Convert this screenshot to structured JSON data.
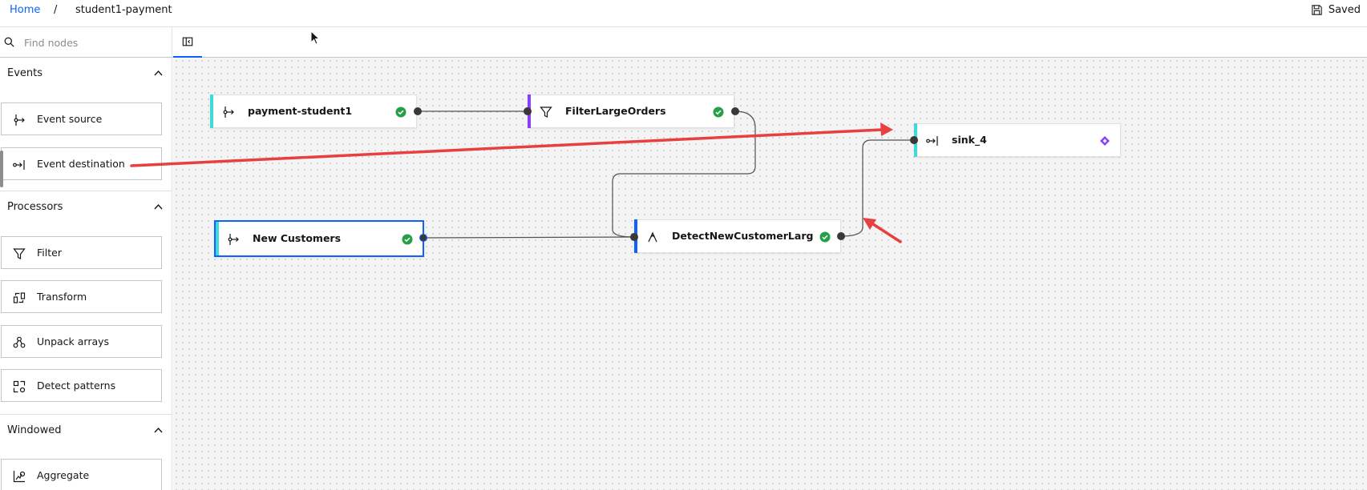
{
  "breadcrumb": {
    "home": "Home",
    "separator": "/",
    "current": "student1-payment"
  },
  "save_status": "Saved",
  "search": {
    "placeholder": "Find nodes",
    "value": ""
  },
  "sidebar": {
    "sections": [
      {
        "title": "Events",
        "items": [
          "Event source",
          "Event destination"
        ]
      },
      {
        "title": "Processors",
        "items": [
          "Filter",
          "Transform",
          "Unpack arrays",
          "Detect patterns"
        ]
      },
      {
        "title": "Windowed",
        "items": [
          "Aggregate"
        ]
      }
    ]
  },
  "canvas": {
    "nodes": [
      {
        "id": "payment-student1",
        "label": "payment-student1",
        "type": "event-source",
        "status": "valid"
      },
      {
        "id": "FilterLargeOrders",
        "label": "FilterLargeOrders",
        "type": "filter",
        "status": "valid"
      },
      {
        "id": "sink_4",
        "label": "sink_4",
        "type": "event-destination",
        "status": "unconfigured"
      },
      {
        "id": "New Customers",
        "label": "New Customers",
        "type": "event-source",
        "status": "valid",
        "selected": true
      },
      {
        "id": "DetectNewCustomerLargeOrders",
        "label": "DetectNewCustomerLargeO...",
        "type": "detect-patterns",
        "status": "valid"
      }
    ],
    "edges": [
      {
        "from": "payment-student1",
        "to": "FilterLargeOrders"
      },
      {
        "from": "FilterLargeOrders",
        "to": "DetectNewCustomerLargeOrders"
      },
      {
        "from": "New Customers",
        "to": "DetectNewCustomerLargeOrders"
      },
      {
        "from": "DetectNewCustomerLargeOrders",
        "to": "sink_4"
      }
    ]
  },
  "colors": {
    "accent": "#0f62fe",
    "source_bar": "#3ddbd9",
    "filter_bar": "#8a3ffc",
    "pattern_bar": "#0f62fe",
    "status_ok": "#24a148",
    "status_todo": "#8a3ffc",
    "annotation_arrow": "#e84040"
  }
}
